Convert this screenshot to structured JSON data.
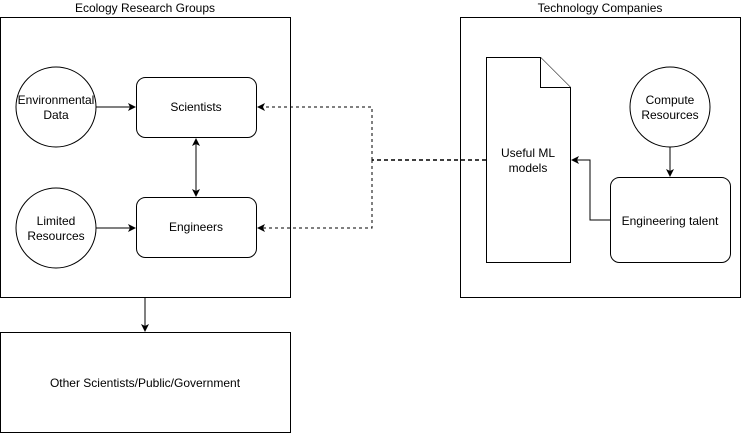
{
  "groups": {
    "ecology": {
      "title": "Ecology Research Groups"
    },
    "technology": {
      "title": "Technology Companies"
    }
  },
  "nodes": {
    "environmental_data": {
      "line1": "Environmental",
      "line2": "Data"
    },
    "limited_resources": {
      "line1": "Limited",
      "line2": "Resources"
    },
    "scientists": {
      "label": "Scientists"
    },
    "engineers": {
      "label": "Engineers"
    },
    "useful_ml_models": {
      "line1": "Useful ML",
      "line2": "models"
    },
    "compute_resources": {
      "line1": "Compute",
      "line2": "Resources"
    },
    "engineering_talent": {
      "label": "Engineering talent"
    },
    "other_stakeholders": {
      "label": "Other Scientists/Public/Government"
    }
  },
  "colors": {
    "stroke": "#000000",
    "fill": "#ffffff",
    "text": "#000000"
  }
}
